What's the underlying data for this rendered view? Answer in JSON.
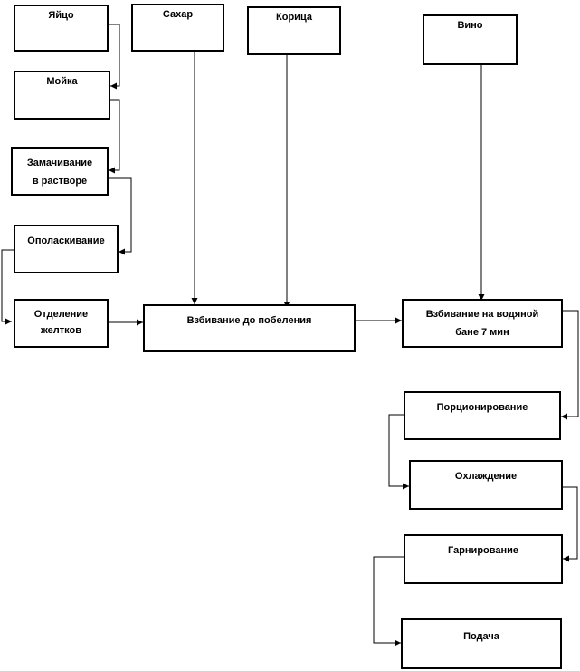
{
  "nodes": {
    "egg": "Яйцо",
    "sugar": "Сахар",
    "cinnamon": "Корица",
    "wine": "Вино",
    "washing": "Мойка",
    "soaking_1": "Замачивание",
    "soaking_2": "в растворе",
    "rinsing": "Ополаскивание",
    "separation_1": "Отделение",
    "separation_2": "желтков",
    "whipping": "Взбивание до побеления",
    "water_bath_1": "Взбивание на водяной",
    "water_bath_2": "бане 7 мин",
    "portioning": "Порционирование",
    "cooling": "Охлаждение",
    "garnishing": "Гарнирование",
    "serving": "Подача"
  }
}
